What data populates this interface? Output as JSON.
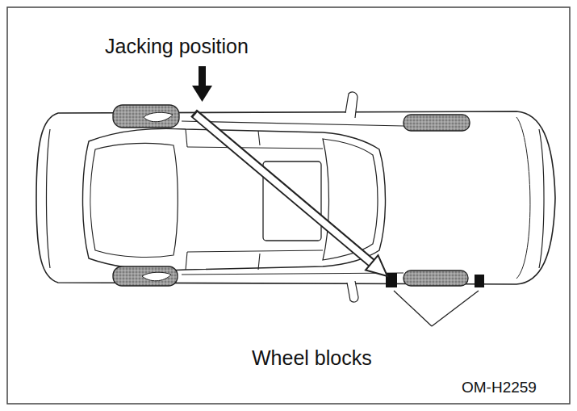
{
  "diagram": {
    "labels": [
      "Jacking position",
      "Wheel blocks",
      "OM-H2259"
    ]
  }
}
